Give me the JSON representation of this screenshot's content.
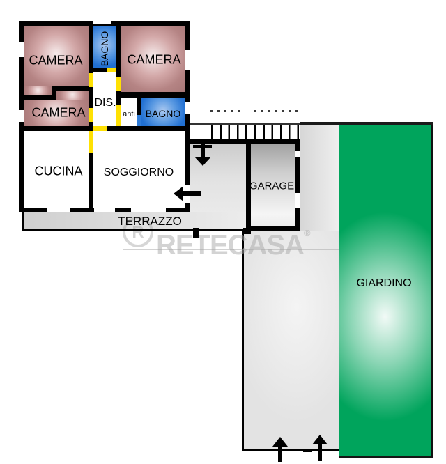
{
  "plan": {
    "rooms": {
      "camera_top_left": "CAMERA",
      "bagno_top": "BAGNO",
      "camera_top_right": "CAMERA",
      "camera_mid_left": "CAMERA",
      "disimpegno": "DIS.",
      "anti": "anti",
      "bagno_right": "BAGNO",
      "cucina": "CUCINA",
      "soggiorno": "SOGGIORNO",
      "terrazzo": "TERRAZZO",
      "garage": "GARAGE",
      "giardino": "GIARDINO"
    },
    "watermark": {
      "logo_letter": "R",
      "brand": "RETECASA",
      "registered_mark": "®"
    },
    "colors": {
      "bedroom_fill": "#b28181",
      "bathroom_fill": "#2274d8",
      "living_fill": "#ffe103",
      "garden_fill": "#00a45c",
      "paved_fill": "#e0e0e0",
      "wall": "#000000",
      "watermark_gray": "#a8a8a8"
    }
  }
}
